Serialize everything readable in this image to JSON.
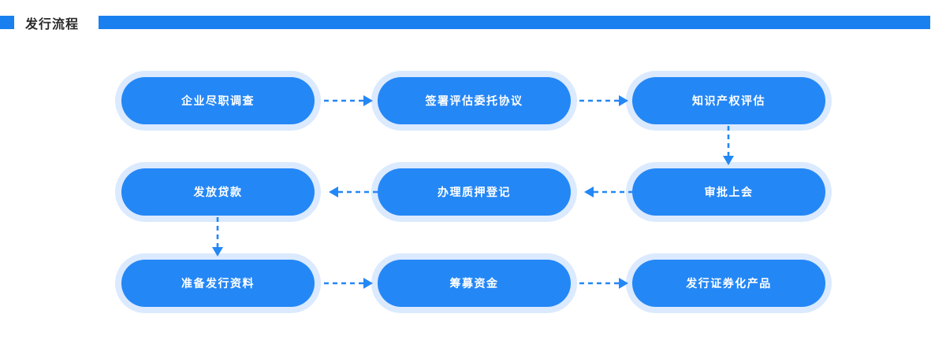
{
  "header": {
    "title": "发行流程",
    "square_color": "#1a80f0",
    "bar_color": "#1a80f0"
  },
  "theme": {
    "node_fill": "#2487f6",
    "node_ring": "#dbeafe",
    "node_text": "#ffffff",
    "connector_color": "#2487f6",
    "background": "#ffffff",
    "title_text": "#2b2b2b"
  },
  "flow": {
    "nodes": [
      {
        "id": "n1",
        "label": "企业尽职调查",
        "row": 0,
        "col": 0
      },
      {
        "id": "n2",
        "label": "签署评估委托协议",
        "row": 0,
        "col": 1
      },
      {
        "id": "n3",
        "label": "知识产权评估",
        "row": 0,
        "col": 2
      },
      {
        "id": "n4",
        "label": "发放贷款",
        "row": 1,
        "col": 0
      },
      {
        "id": "n5",
        "label": "办理质押登记",
        "row": 1,
        "col": 1
      },
      {
        "id": "n6",
        "label": "审批上会",
        "row": 1,
        "col": 2
      },
      {
        "id": "n7",
        "label": "准备发行资料",
        "row": 2,
        "col": 0
      },
      {
        "id": "n8",
        "label": "筹募资金",
        "row": 2,
        "col": 1
      },
      {
        "id": "n9",
        "label": "发行证券化产品",
        "row": 2,
        "col": 2
      }
    ],
    "connectors": [
      {
        "id": "c1",
        "from": "n1",
        "to": "n2",
        "direction": "right",
        "style": "dashed"
      },
      {
        "id": "c2",
        "from": "n2",
        "to": "n3",
        "direction": "right",
        "style": "dashed"
      },
      {
        "id": "c3",
        "from": "n3",
        "to": "n6",
        "direction": "down",
        "style": "dashed"
      },
      {
        "id": "c4",
        "from": "n6",
        "to": "n5",
        "direction": "left",
        "style": "dashed"
      },
      {
        "id": "c5",
        "from": "n5",
        "to": "n4",
        "direction": "left",
        "style": "dashed"
      },
      {
        "id": "c6",
        "from": "n4",
        "to": "n7",
        "direction": "down",
        "style": "dashed"
      },
      {
        "id": "c7",
        "from": "n7",
        "to": "n8",
        "direction": "right",
        "style": "dashed"
      },
      {
        "id": "c8",
        "from": "n8",
        "to": "n9",
        "direction": "right",
        "style": "dashed"
      }
    ]
  }
}
